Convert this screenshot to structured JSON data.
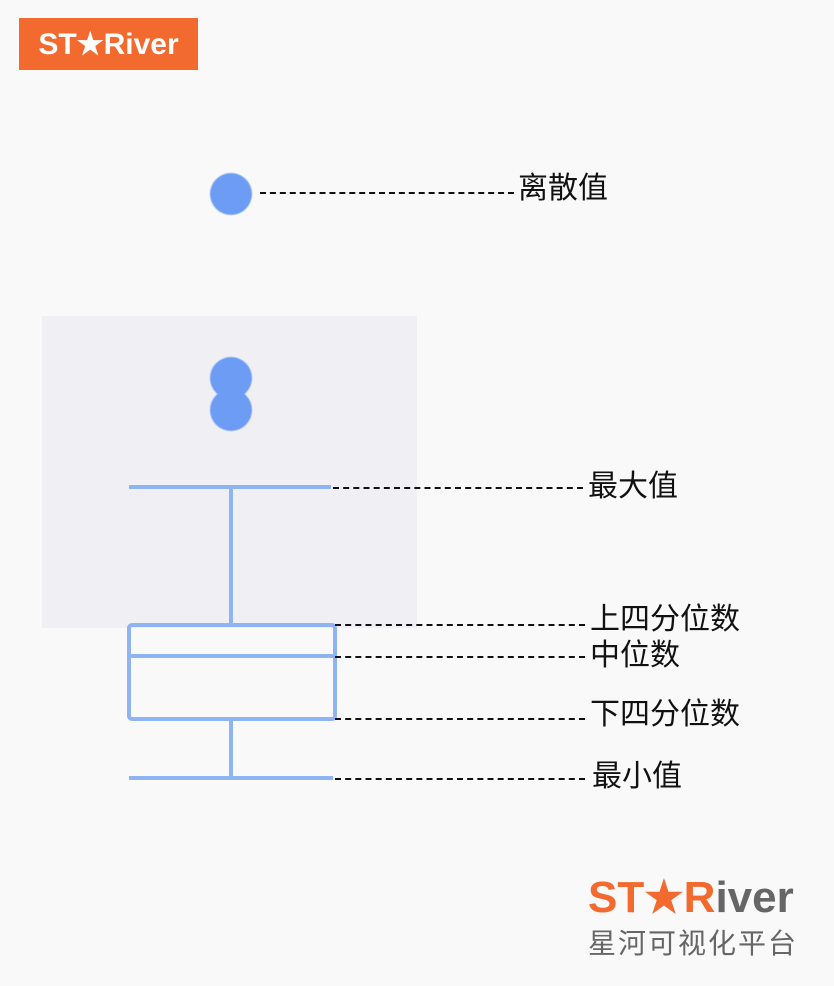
{
  "logo": {
    "text": "ST★River"
  },
  "labels": {
    "outlier": "离散值",
    "max": "最大值",
    "q3": "上四分位数",
    "median": "中位数",
    "q1": "下四分位数",
    "min": "最小值"
  },
  "brand": {
    "st": "ST★R",
    "iver": "iver",
    "subtitle": "星河可视化平台"
  },
  "colors": {
    "box": "#8fb4f4",
    "dot": "#6c9cf3",
    "brand": "#f26a2e"
  }
}
